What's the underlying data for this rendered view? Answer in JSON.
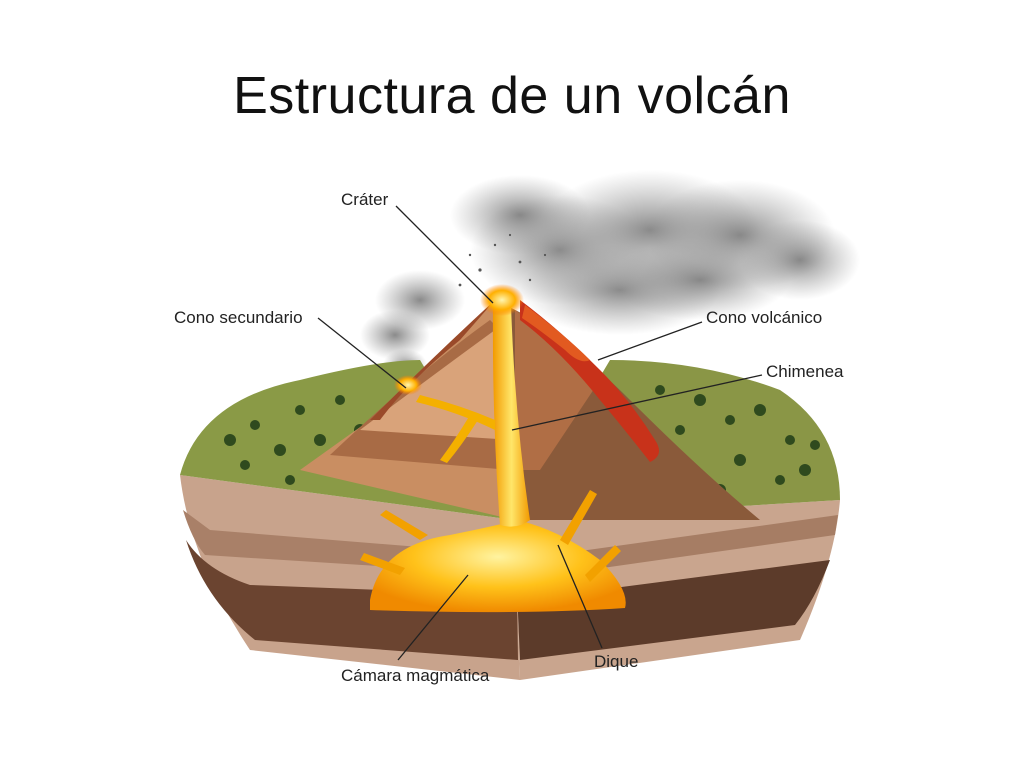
{
  "slide": {
    "title": "Estructura de un volcán"
  },
  "labels": {
    "crater": "Cráter",
    "cono_secundario": "Cono secundario",
    "cono_volcanico": "Cono volcánico",
    "chimenea": "Chimenea",
    "camara_magmatica": "Cámara magmática",
    "dique": "Dique"
  },
  "colors": {
    "magma": "#f7b500",
    "lava_flow": "#c8321a",
    "vegetation": "#7a8a3a",
    "strata_light": "#c9a58a",
    "strata_dark": "#5a3a28",
    "smoke": "#8a8a8a"
  }
}
